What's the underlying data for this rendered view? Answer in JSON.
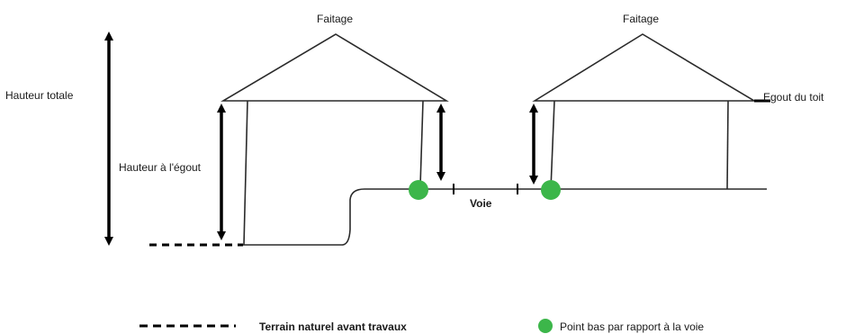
{
  "labels": {
    "ridge_left": "Faitage",
    "ridge_right": "Faitage",
    "total_height": "Hauteur totale",
    "eaves_height": "Hauteur à l'égout",
    "eaves_roof": "Egout du toit",
    "road": "Voie"
  },
  "legend": {
    "natural_ground": "Terrain naturel avant travaux",
    "low_point": "Point bas par rapport à la voie"
  },
  "colors": {
    "low_point": "#3cb64a",
    "line": "#1a1a1a"
  }
}
